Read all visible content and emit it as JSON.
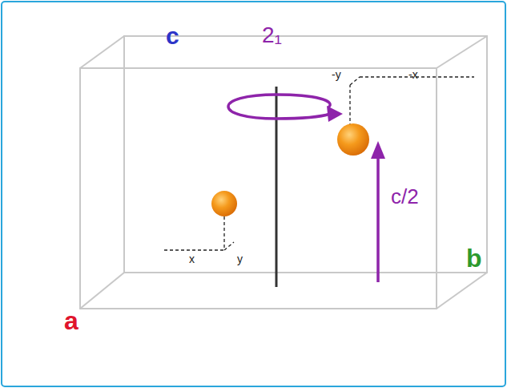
{
  "diagram": {
    "labels": [
      "c",
      "2₁",
      "-y",
      "-x",
      "c/2",
      "x",
      "y",
      "a",
      "b"
    ]
  }
}
